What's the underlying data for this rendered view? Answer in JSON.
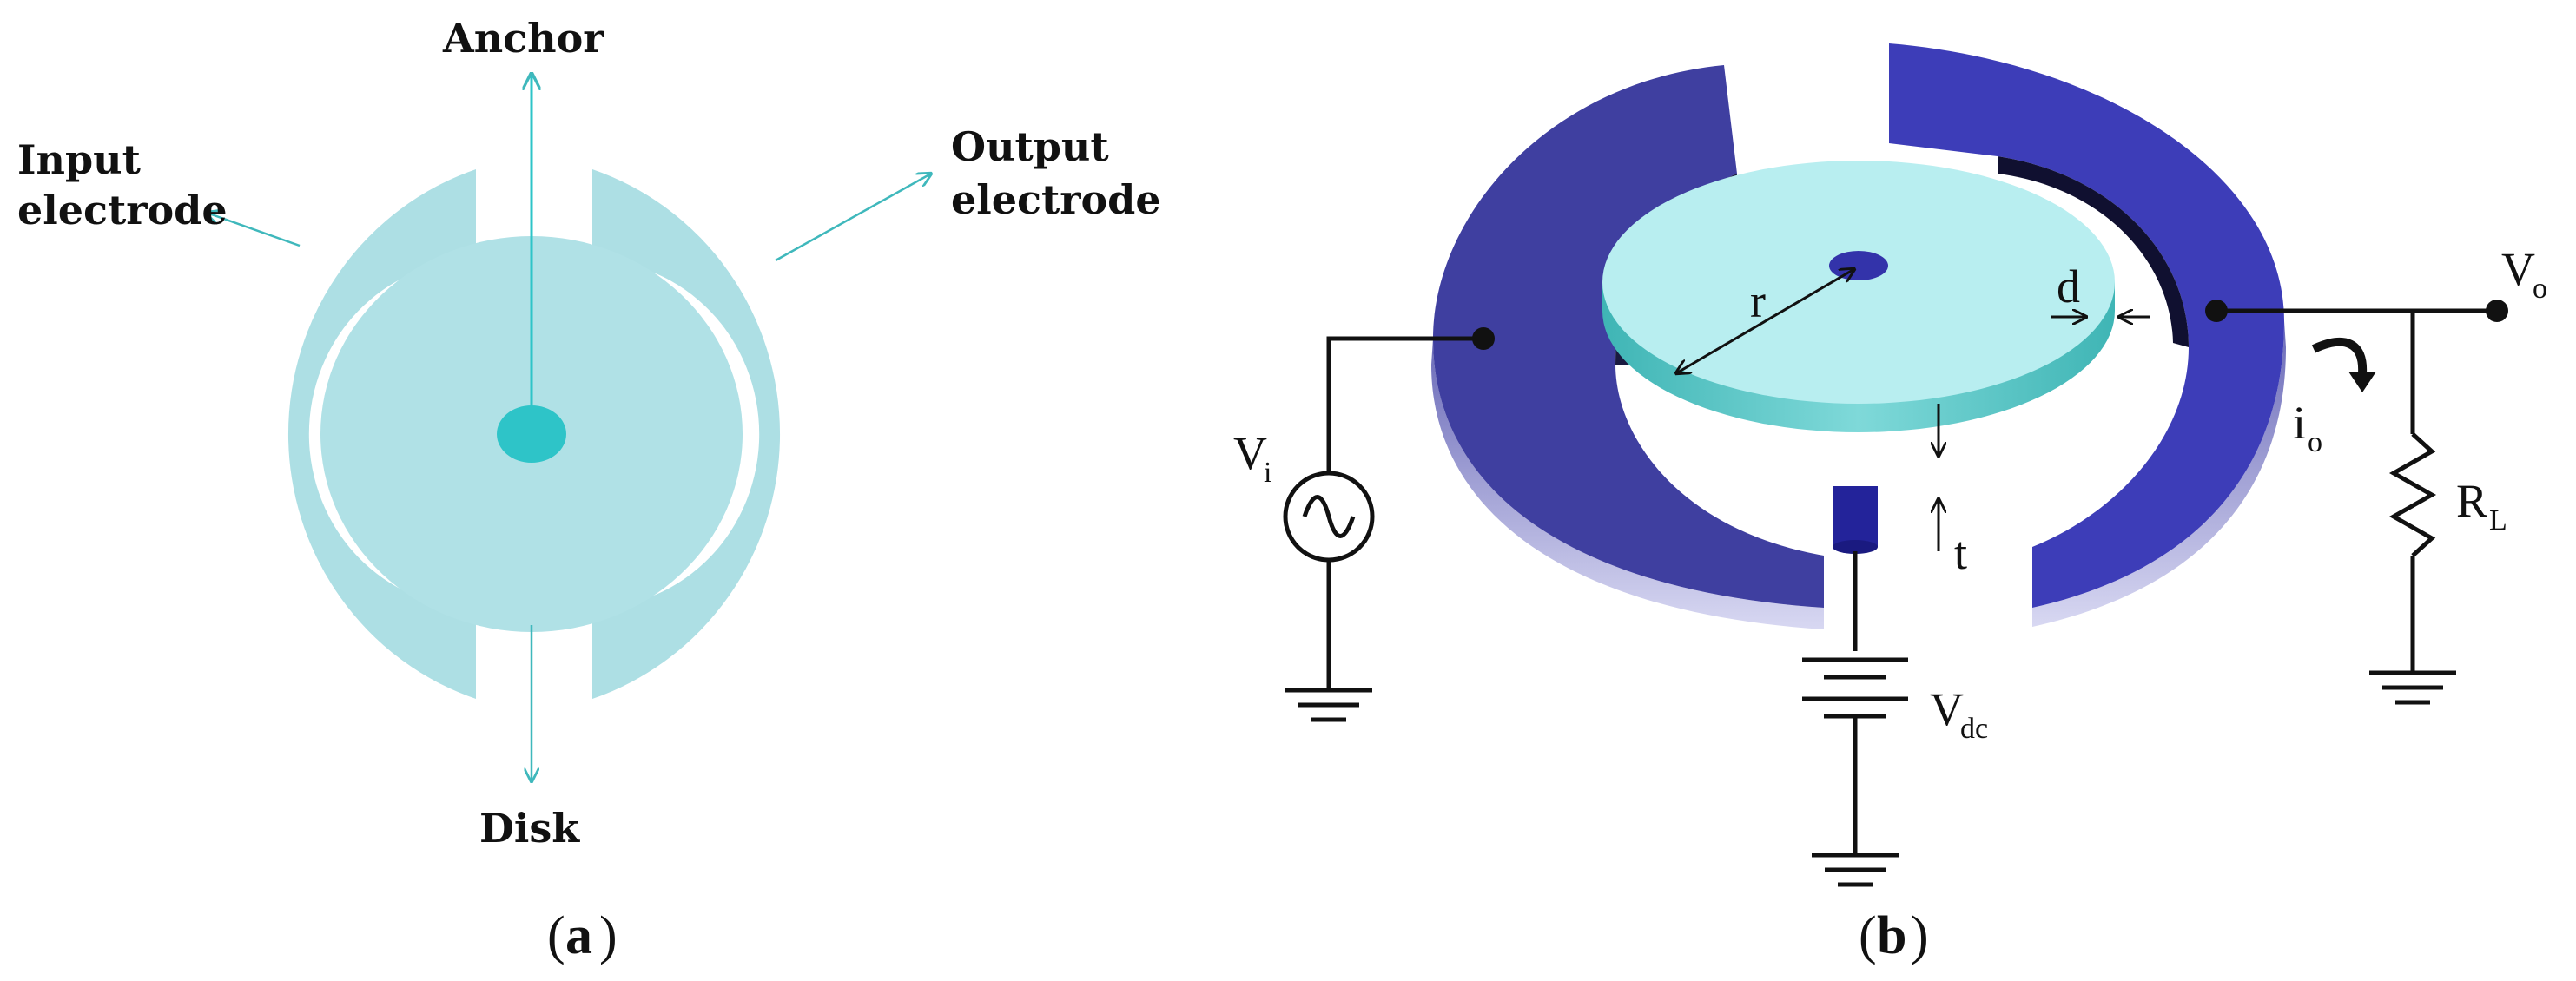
{
  "panel_a": {
    "panel_label": "a",
    "labels": {
      "anchor": "Anchor",
      "input_line1": "Input",
      "input_line2": "electrode",
      "output_line1": "Output",
      "output_line2": "electrode",
      "disk": "Disk"
    },
    "colors": {
      "electrode": "#ADDFE4",
      "disk": "#B0E1E6",
      "anchor": "#2EC4C8",
      "arrow": "#3FB8BC"
    }
  },
  "panel_b": {
    "panel_label": "b",
    "labels": {
      "vi": "V",
      "vi_sub": "i",
      "vo": "V",
      "vo_sub": "o",
      "io": "i",
      "io_sub": "o",
      "rl": "R",
      "rl_sub": "L",
      "vdc": "V",
      "vdc_sub": "dc",
      "r": "r",
      "d": "d",
      "t": "t"
    },
    "colors": {
      "electrode_top": "#3F3FA0",
      "electrode_side": "#7A7AC8",
      "disk_top": "#B8EEF0",
      "disk_side": "#4FC4C4",
      "anchor": "#23239A"
    }
  }
}
